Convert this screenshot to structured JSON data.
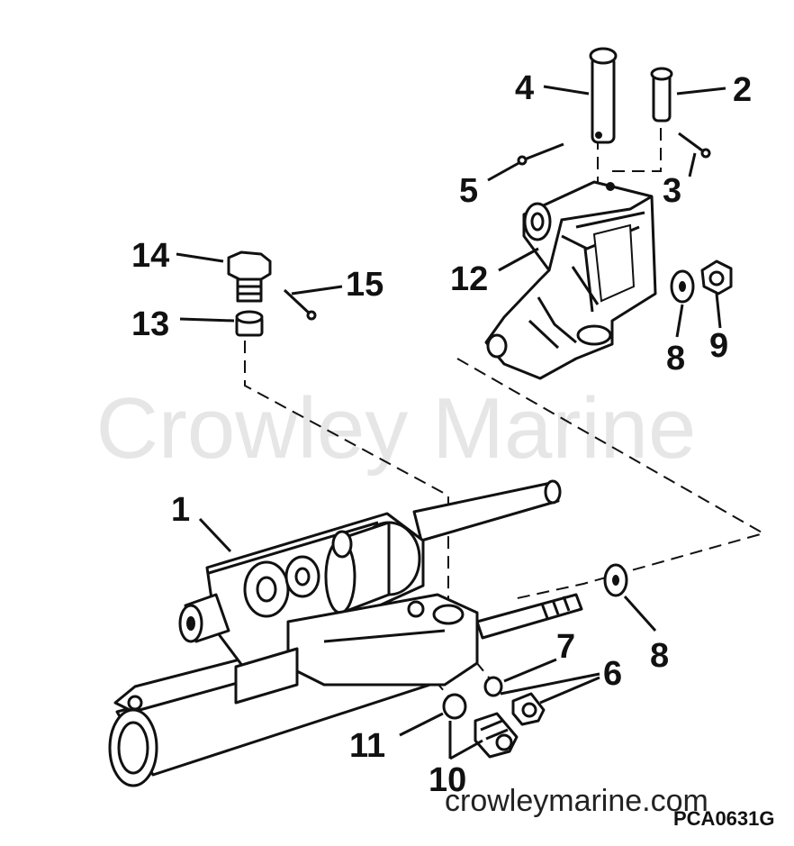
{
  "watermark": "Crowley Marine",
  "footer": {
    "site": "crowleymarine.com",
    "code": "PCA0631G"
  },
  "callouts": {
    "c1": "1",
    "c2": "2",
    "c3": "3",
    "c4": "4",
    "c5": "5",
    "c6": "6",
    "c7": "7",
    "c8a": "8",
    "c8b": "8",
    "c9": "9",
    "c10": "10",
    "c11": "11",
    "c12": "12",
    "c13": "13",
    "c14": "14",
    "c15": "15"
  }
}
